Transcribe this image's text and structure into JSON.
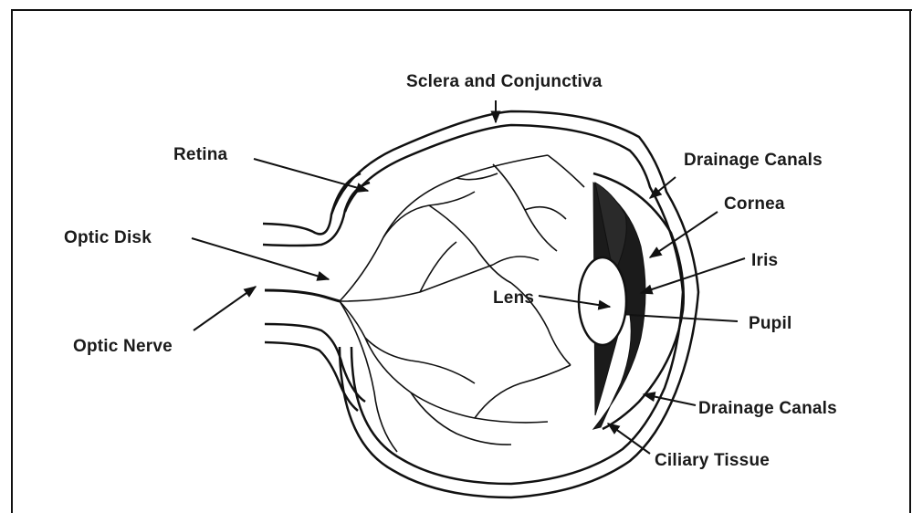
{
  "labels": {
    "sclera": "Sclera and Conjunctiva",
    "retina": "Retina",
    "optic_disk": "Optic Disk",
    "optic_nerve": "Optic Nerve",
    "lens": "Lens",
    "drainage_top": "Drainage Canals",
    "cornea": "Cornea",
    "iris": "Iris",
    "pupil": "Pupil",
    "drainage_bottom": "Drainage Canals",
    "ciliary": "Ciliary Tissue"
  },
  "colors": {
    "ink": "#111111",
    "background": "#ffffff"
  }
}
